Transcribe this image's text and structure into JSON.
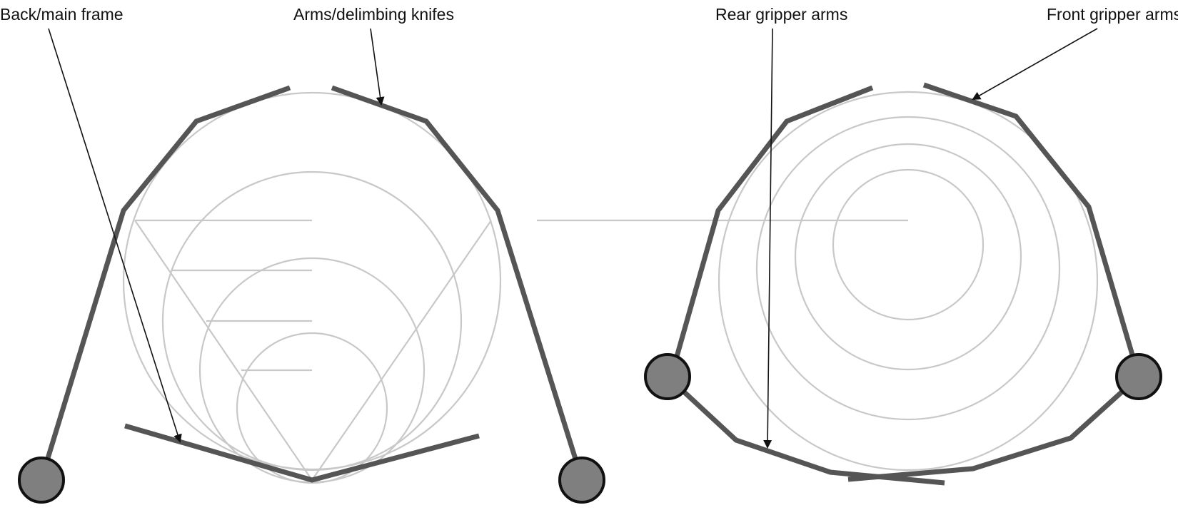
{
  "labels": {
    "back_main_frame": "Back/main frame",
    "arms_delimbing_knifes": "Arms/delimbing knifes",
    "rear_gripper_arms": "Rear gripper arms",
    "front_gripper_arms": "Front gripper arms"
  },
  "colors": {
    "frame": "#555555",
    "guide": "#c8c8c8",
    "pivot_fill": "#7f7f7f",
    "text": "#111111",
    "background": "#ffffff"
  }
}
